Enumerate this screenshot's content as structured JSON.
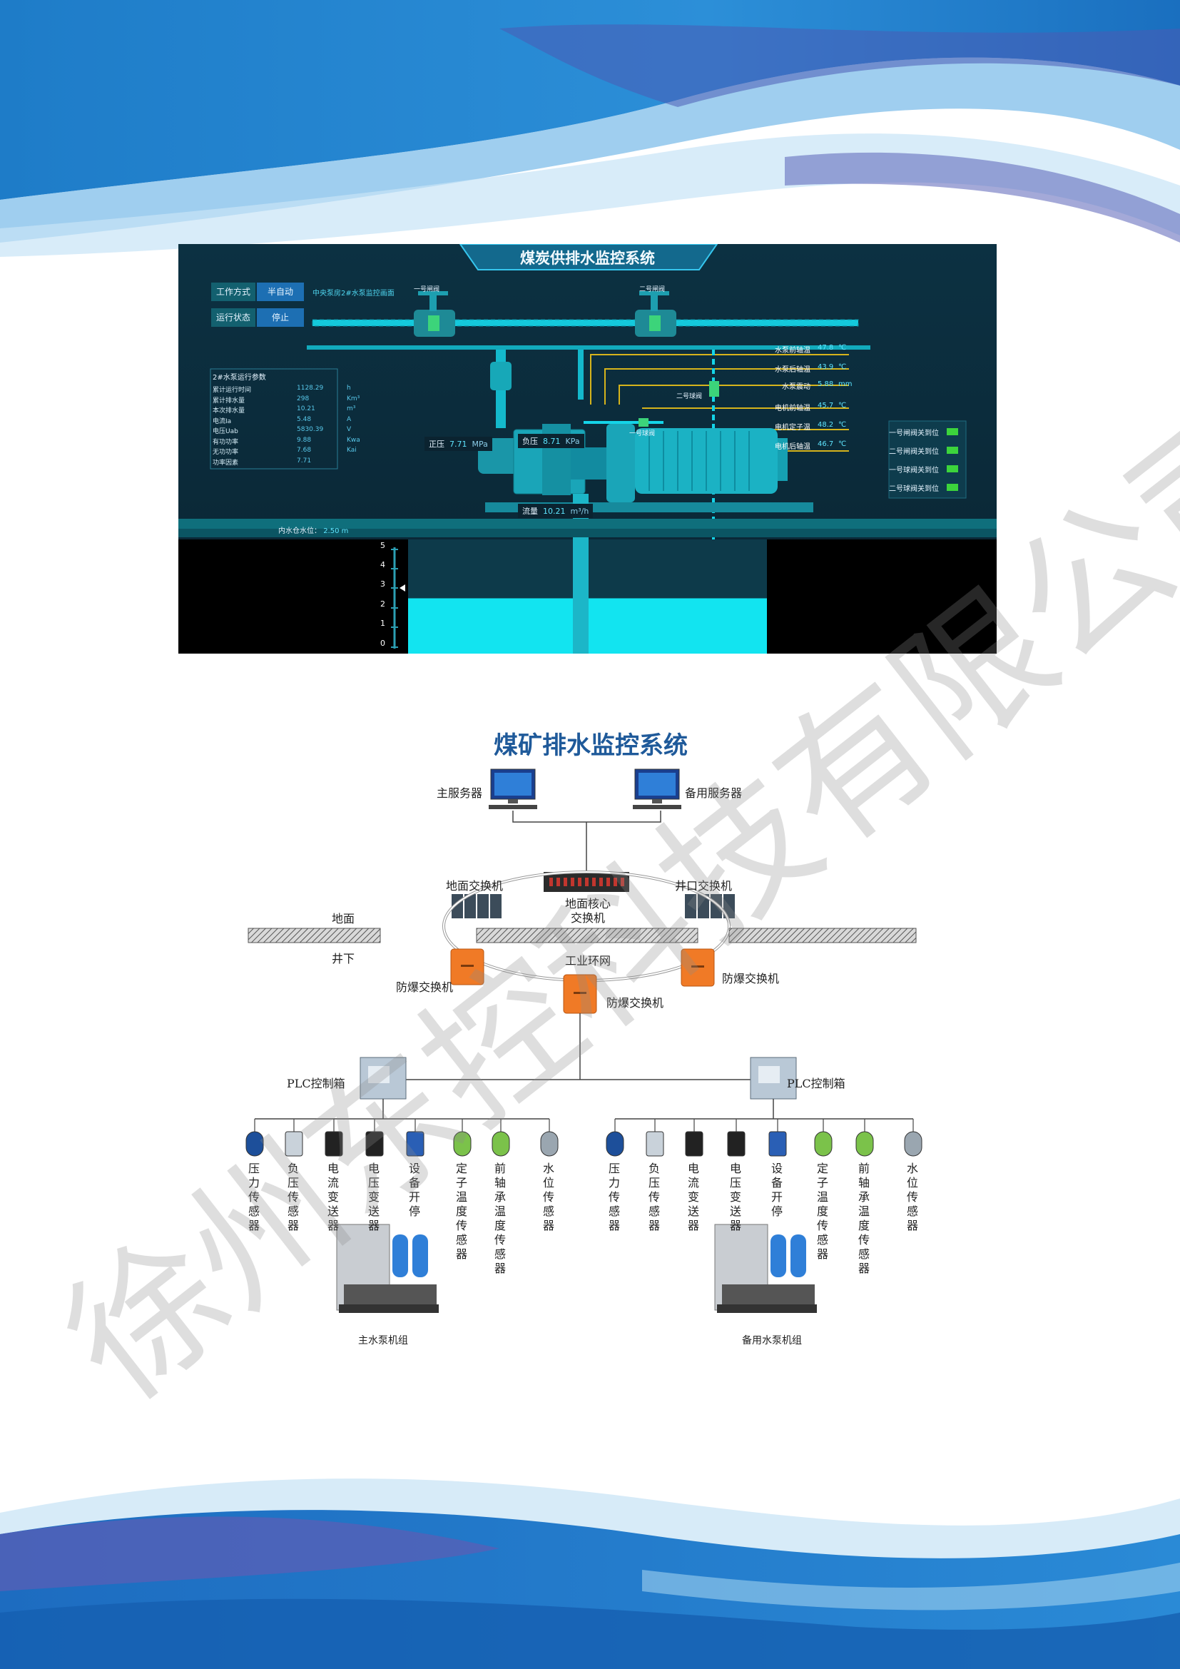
{
  "scada": {
    "title": "煤炭供排水监控系统",
    "work_mode_label": "工作方式",
    "work_mode_value": "半自动",
    "run_state_label": "运行状态",
    "run_state_value": "停止",
    "screen_name": "中央泵房2#水泵监控画面",
    "valve1_label": "一号闸阀",
    "valve2_label": "二号闸阀",
    "ball_valve2_label": "二号球阀",
    "ball_valve1_label": "一号球阀",
    "params_title": "2#水泵运行参数",
    "params": [
      {
        "label": "累计运行时间",
        "value": "1128.29",
        "unit": "h"
      },
      {
        "label": "累计排水量",
        "value": "298",
        "unit": "Km³"
      },
      {
        "label": "本次排水量",
        "value": "10.21",
        "unit": "m³"
      },
      {
        "label": "电流Ia",
        "value": "5.48",
        "unit": "A"
      },
      {
        "label": "电压Uab",
        "value": "5830.39",
        "unit": "V"
      },
      {
        "label": "有功功率",
        "value": "9.88",
        "unit": "Kwa"
      },
      {
        "label": "无功功率",
        "value": "7.68",
        "unit": "Kai"
      },
      {
        "label": "功率因素",
        "value": "7.71",
        "unit": ""
      }
    ],
    "pressure_pos_label": "正压",
    "pressure_pos_value": "7.71",
    "pressure_pos_unit": "MPa",
    "pressure_neg_label": "负压",
    "pressure_neg_value": "8.71",
    "pressure_neg_unit": "KPa",
    "flow_label": "流量",
    "flow_value": "10.21",
    "flow_unit": "m³/h",
    "temps": [
      {
        "label": "水泵前轴温",
        "value": "47.8",
        "unit": "℃"
      },
      {
        "label": "水泵后轴温",
        "value": "43.9",
        "unit": "℃"
      },
      {
        "label": "水泵震动",
        "value": "5.88",
        "unit": "mm"
      },
      {
        "label": "电机前轴温",
        "value": "45.7",
        "unit": "℃"
      },
      {
        "label": "电机定子温",
        "value": "48.2",
        "unit": "℃"
      },
      {
        "label": "电机后轴温",
        "value": "46.7",
        "unit": "℃"
      }
    ],
    "valve_status": [
      "一号闸阀关到位",
      "二号闸阀关到位",
      "一号球阀关到位",
      "二号球阀关到位"
    ],
    "sump_level_label": "内水仓水位：",
    "sump_level_value": "2.50 m",
    "sump_level": 2.5,
    "axis_ticks": [
      "5",
      "4",
      "3",
      "2",
      "1",
      "0"
    ]
  },
  "diagram": {
    "title": "煤矿排水监控系统",
    "main_server": "主服务器",
    "backup_server": "备用服务器",
    "ground_switch": "地面交换机",
    "core_switch_line1": "地面核心",
    "core_switch_line2": "交换机",
    "shaft_switch": "井口交换机",
    "surface": "地面",
    "underground": "井下",
    "ring_net": "工业环网",
    "ex_switch_left": "防爆交换机",
    "ex_switch_mid": "防爆交换机",
    "ex_switch_right": "防爆交换机",
    "plc_left": "PLC控制箱",
    "plc_right": "PLC控制箱",
    "sensors": [
      "压力传感器",
      "负压传感器",
      "电流变送器",
      "电压变送器",
      "设备开停",
      "定子温度传感器",
      "前轴承温度传感器",
      "水位传感器"
    ],
    "main_pump": "主水泵机组",
    "backup_pump": "备用水泵机组"
  },
  "watermark": "徐州东控科技有限公司",
  "colors": {
    "wave_dark": "#1565b5",
    "wave_mid": "#3a8fd6",
    "wave_light": "#a9d4ef",
    "wave_purple": "#5861b8",
    "scada_bg": "#0b2a3a",
    "pipe_cyan": "#14d4e8",
    "water": "#12e4f0",
    "diagram_title": "#1f5a9a",
    "switch_orange": "#f07a26"
  }
}
